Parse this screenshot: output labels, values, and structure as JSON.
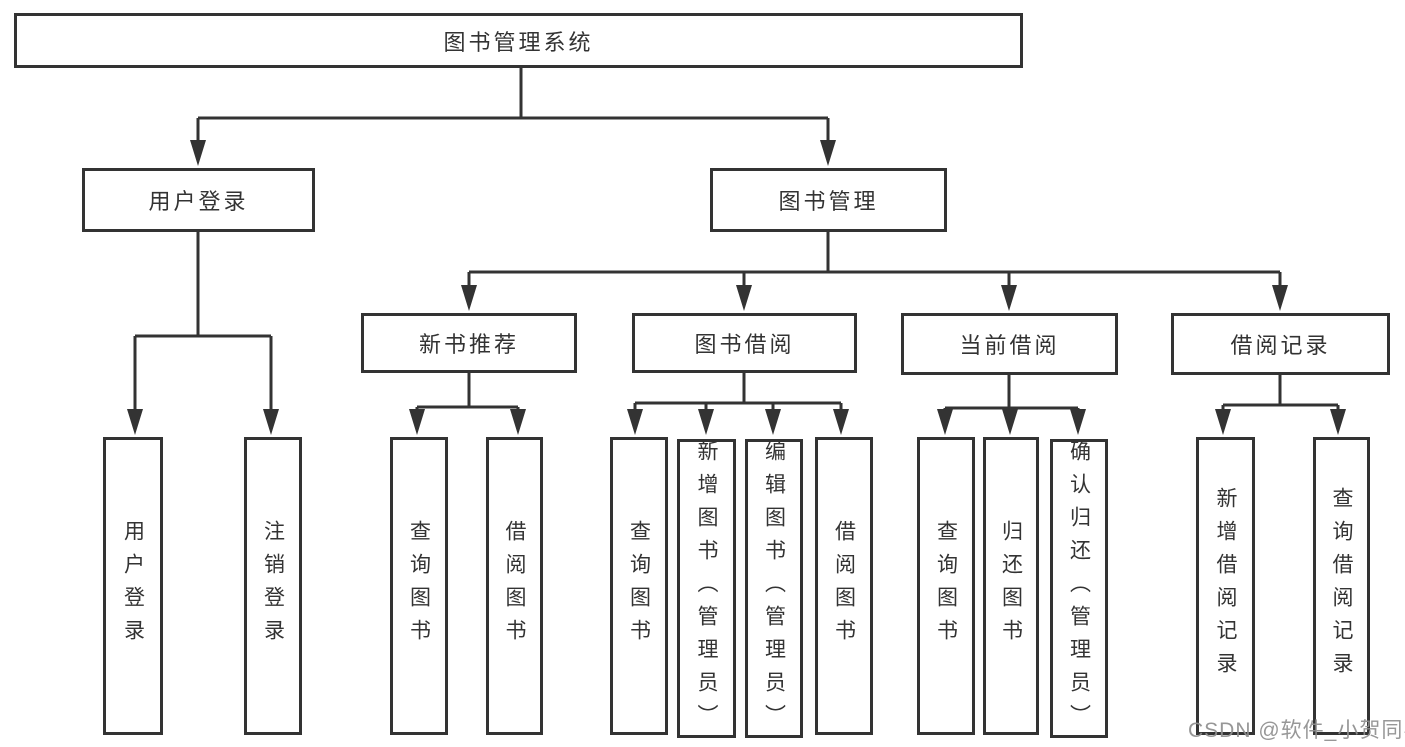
{
  "diagram": {
    "root": {
      "label": "图书管理系统"
    },
    "branches": [
      {
        "label": "用户登录",
        "children": [
          {
            "label": "用户登录"
          },
          {
            "label": "注销登录"
          }
        ]
      },
      {
        "label": "图书管理",
        "children": [
          {
            "label": "新书推荐",
            "children": [
              {
                "label": "查询图书"
              },
              {
                "label": "借阅图书"
              }
            ]
          },
          {
            "label": "图书借阅",
            "children": [
              {
                "label": "查询图书"
              },
              {
                "label": "新增图书（管理员）"
              },
              {
                "label": "编辑图书（管理员）"
              },
              {
                "label": "借阅图书"
              }
            ]
          },
          {
            "label": "当前借阅",
            "children": [
              {
                "label": "查询图书"
              },
              {
                "label": "归还图书"
              },
              {
                "label": "确认归还（管理员）"
              }
            ]
          },
          {
            "label": "借阅记录",
            "children": [
              {
                "label": "新增借阅记录"
              },
              {
                "label": "查询借阅记录"
              }
            ]
          }
        ]
      }
    ]
  },
  "watermark": {
    "text": "CSDN @软件_小贺同学"
  },
  "colors": {
    "line": "#333333",
    "text": "#333333",
    "box_background": "#ffffff",
    "watermark": "#8f8f8f",
    "background": "#ffffff"
  }
}
